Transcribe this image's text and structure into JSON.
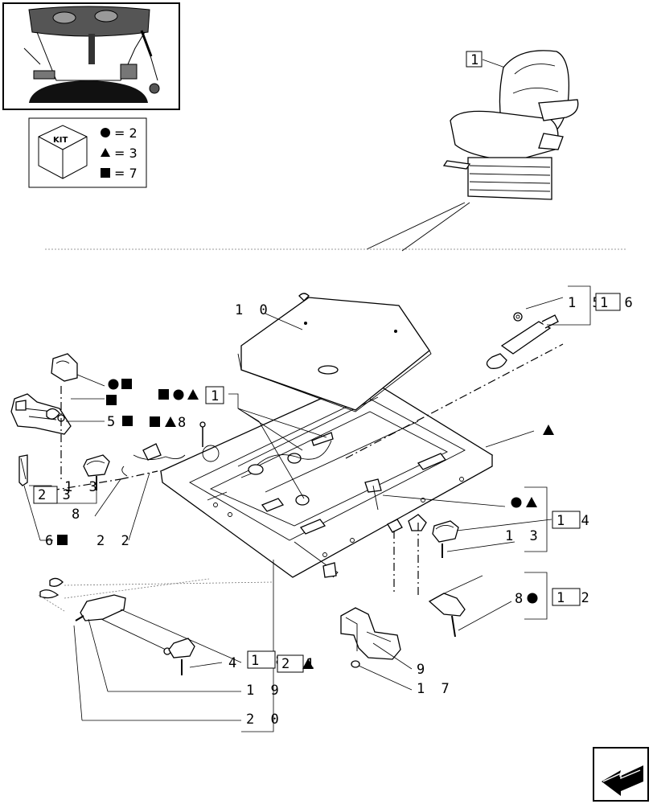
{
  "kit": {
    "title": "KIT",
    "circle_qty": "= 2",
    "triangle_qty": "= 3",
    "square_qty": "= 7"
  },
  "callouts": {
    "c1_seat": "1",
    "c10": "1 0",
    "c15": "1 5",
    "c16": "1 6",
    "c1_kit": "1",
    "c5": "5",
    "c23": "2 3",
    "c13_left": "1 3",
    "c8_left": "8",
    "c22": "2 2",
    "c6": "6",
    "c8_pin": "8",
    "c14": "1 4",
    "c13_right": "1 3",
    "c8_right": "8",
    "c12": "1 2",
    "c4": "4",
    "c18": "1 8",
    "c21": "2 1",
    "c19": "1 9",
    "c20": "2 0",
    "c9": "9",
    "c17": "1 7"
  },
  "icons": [
    "seat-icon",
    "tractor-cab-thumbnail",
    "kit-cube-icon",
    "next-page-arrow-icon"
  ],
  "colors": {
    "ink": "#000000",
    "thumbnail_fill": "#111111"
  }
}
